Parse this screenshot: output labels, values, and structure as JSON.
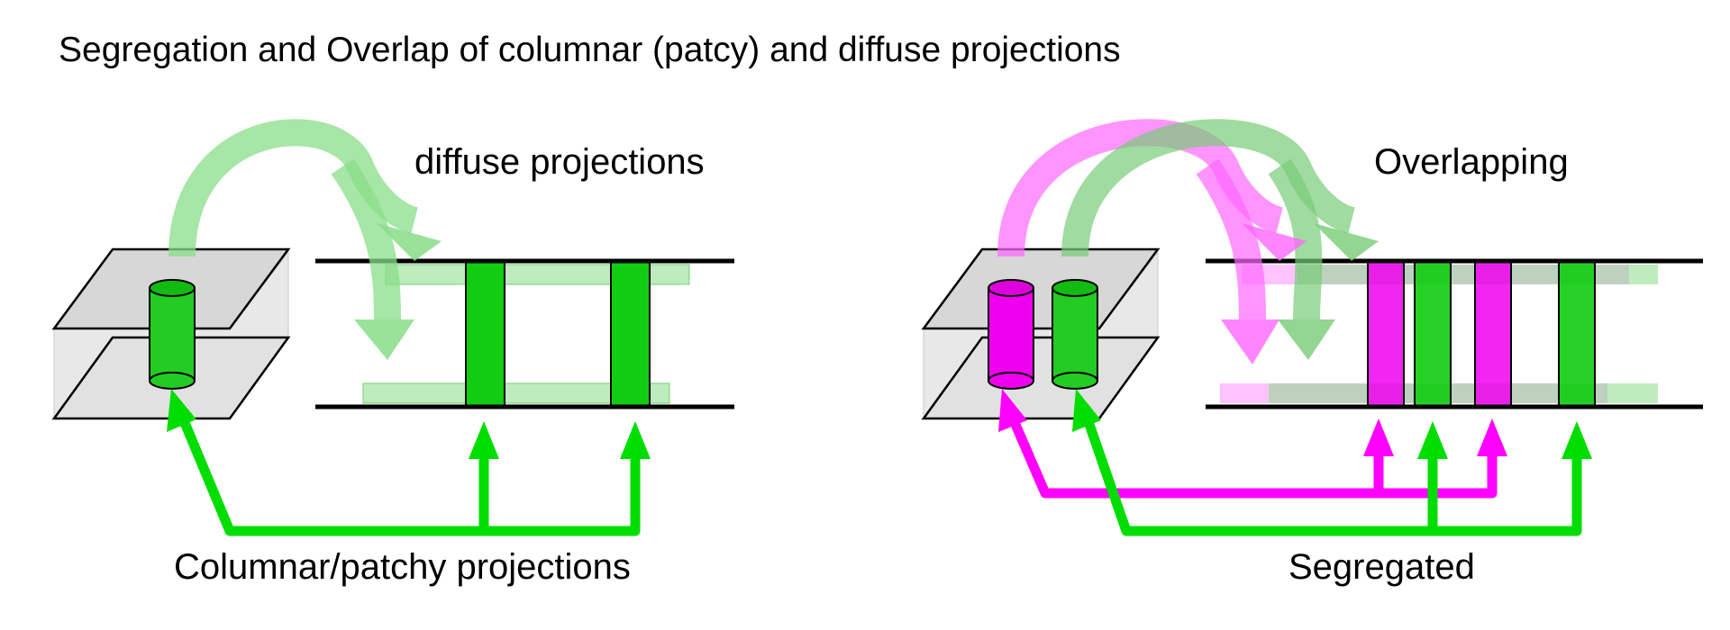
{
  "title": "Segregation and Overlap of columnar (patcy) and diffuse projections",
  "left_panel": {
    "top_label": "diffuse projections",
    "bottom_label": "Columnar/patchy projections"
  },
  "right_panel": {
    "top_label": "Overlapping",
    "bottom_label": "Segregated"
  },
  "colors": {
    "green": "#00dd00",
    "column_green": "#11cc11",
    "magenta": "#ff00ff",
    "column_magenta": "#ee00ee",
    "diffuse_green": "#88dd88",
    "diffuse_magenta": "#ff88ff",
    "block_gray": "#d9d9d9",
    "line": "#000000"
  }
}
